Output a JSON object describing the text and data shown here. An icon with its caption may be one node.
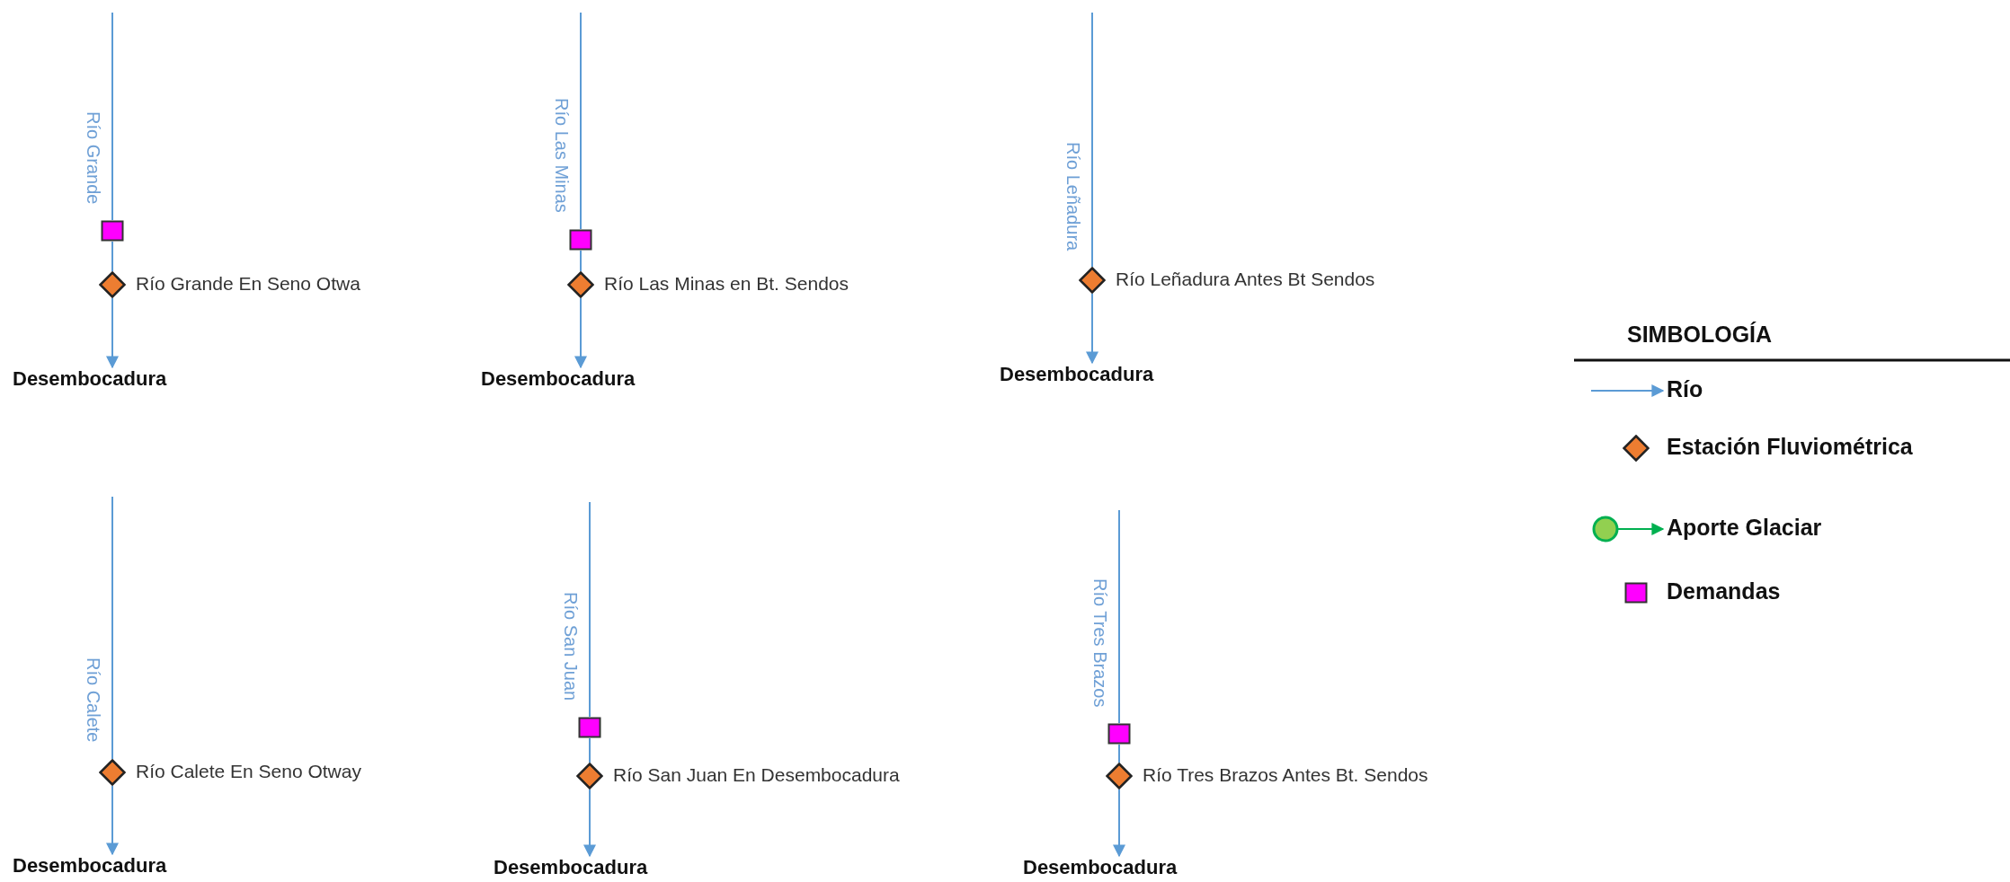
{
  "diagram": {
    "nodes": [
      {
        "text": [],
        "shape": "box"
      },
      {
        "text": [],
        "shape": "diamond",
        "beside": [
          "Río Grande En Seno Otwa"
        ]
      },
      {
        "text": [
          "Desembocadura"
        ]
      },
      {
        "text": [],
        "shape": "box"
      },
      {
        "text": [],
        "shape": "diamond",
        "beside": [
          "Río Las Minas en Bt. Sendos"
        ]
      },
      {
        "text": [
          "Desembocadura"
        ]
      },
      {
        "text": [],
        "shape": "diamond",
        "beside": [
          "Río Leñadura Antes Bt Sendos"
        ]
      },
      {
        "text": [
          "Desembocadura"
        ]
      },
      {
        "text": [],
        "shape": "diamond",
        "beside": [
          "Río Calete En Seno Otway"
        ]
      },
      {
        "text": [
          "Desembocadura"
        ]
      },
      {
        "text": [],
        "shape": "box"
      },
      {
        "text": [],
        "shape": "diamond",
        "beside": [
          "Río San Juan En Desembocadura"
        ]
      },
      {
        "text": [
          "Desembocadura"
        ]
      },
      {
        "text": [],
        "shape": "box"
      },
      {
        "text": [],
        "shape": "diamond",
        "beside": [
          "Río Tres Brazos Antes Bt. Sendos"
        ]
      },
      {
        "text": [
          "Desembocadura"
        ]
      }
    ],
    "edges": [
      {
        "from": null,
        "to": 0,
        "arrow": "none",
        "label": "Río Grande"
      },
      {
        "from": 0,
        "to": 1,
        "arrow": "none"
      },
      {
        "from": 1,
        "to": 2,
        "arrow": "to"
      },
      {
        "from": null,
        "to": 3,
        "arrow": "none",
        "label": "Río Las Minas"
      },
      {
        "from": 3,
        "to": 4,
        "arrow": "none"
      },
      {
        "from": 4,
        "to": 5,
        "arrow": "to"
      },
      {
        "from": null,
        "to": 6,
        "arrow": "none",
        "label": "Río Leñadura"
      },
      {
        "from": 6,
        "to": 7,
        "arrow": "to"
      },
      {
        "from": null,
        "to": 8,
        "arrow": "none",
        "label": "Río Calete"
      },
      {
        "from": 8,
        "to": 9,
        "arrow": "to"
      },
      {
        "from": null,
        "to": 10,
        "arrow": "none",
        "label": "Río San Juan"
      },
      {
        "from": 10,
        "to": 11,
        "arrow": "none"
      },
      {
        "from": 11,
        "to": 12,
        "arrow": "to"
      },
      {
        "from": null,
        "to": 13,
        "arrow": "none",
        "label": "Río Tres Brazos"
      },
      {
        "from": 13,
        "to": 14,
        "arrow": "none"
      },
      {
        "from": 14,
        "to": 15,
        "arrow": "to"
      }
    ],
    "labels": [
      "SIMBOLOGÍA"
    ],
    "legend": [
      {
        "text": "Río"
      },
      {
        "text": "Estación Fluviométrica"
      },
      {
        "text": "Aporte Glaciar"
      },
      {
        "text": "Demandas"
      }
    ]
  }
}
